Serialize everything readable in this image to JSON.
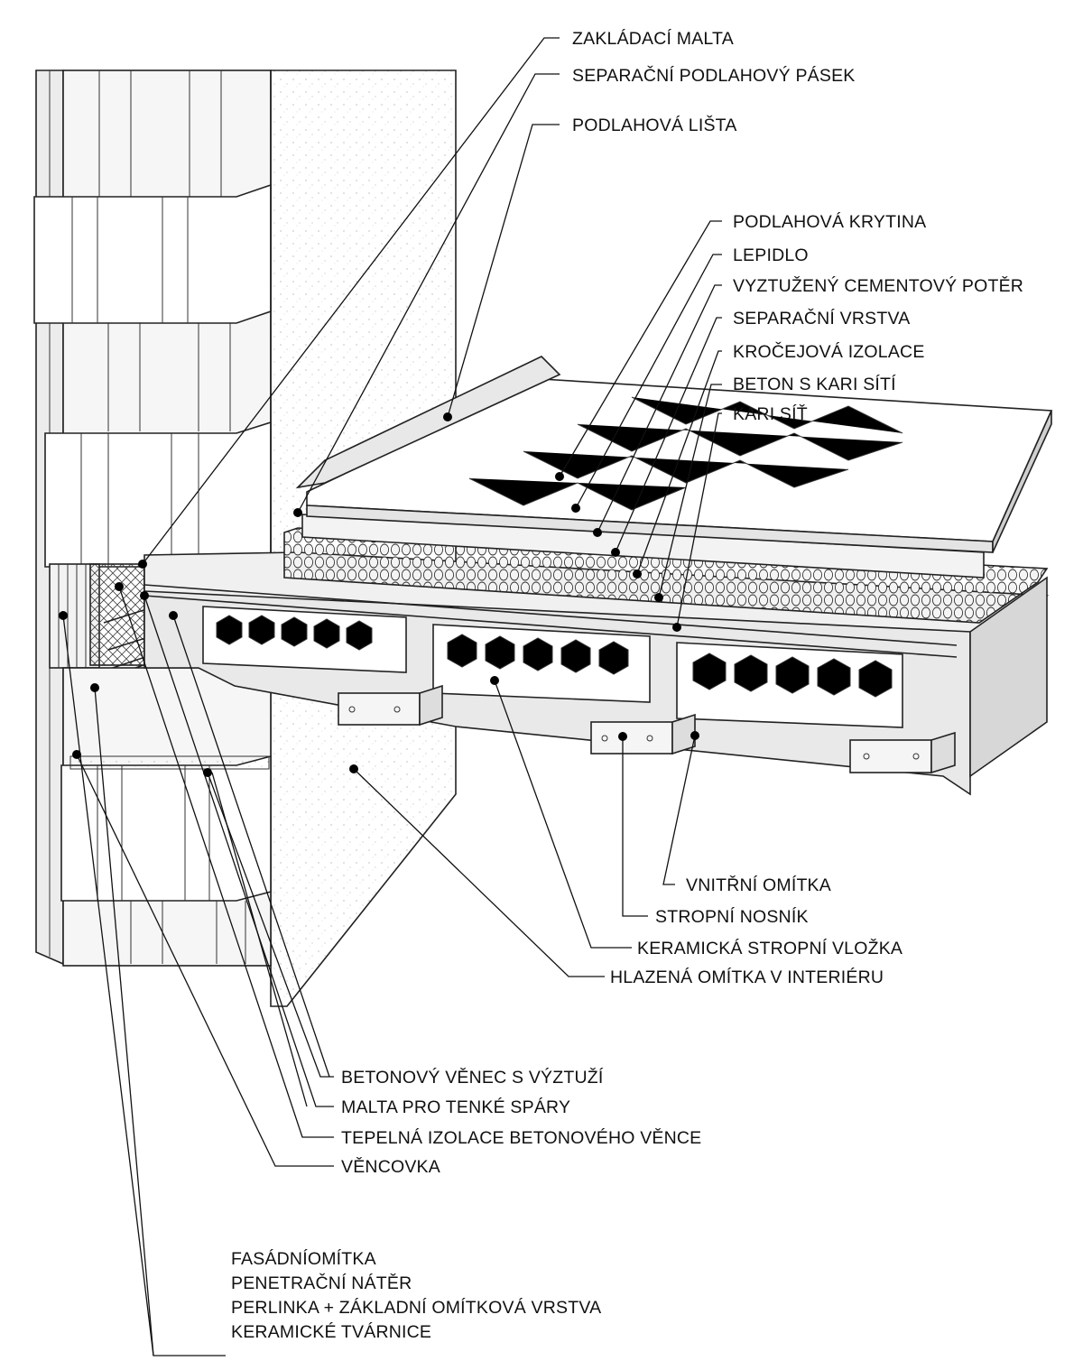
{
  "diagram": {
    "labels_top": [
      "ZAKLÁDACÍ MALTA",
      "SEPARAČNÍ PODLAHOVÝ PÁSEK",
      "PODLAHOVÁ LIŠTA"
    ],
    "labels_floor": [
      "PODLAHOVÁ KRYTINA",
      "LEPIDLO",
      "VYZTUŽENÝ CEMENTOVÝ POTĚR",
      "SEPARAČNÍ VRSTVA",
      "KROČEJOVÁ IZOLACE",
      "BETON S KARI SÍTÍ",
      "KARI SÍŤ"
    ],
    "labels_ceiling": [
      "VNITŘNÍ OMÍTKA",
      "STROPNÍ NOSNÍK",
      "KERAMICKÁ STROPNÍ VLOŽKA",
      "HLAZENÁ OMÍTKA V INTERIÉRU"
    ],
    "labels_wall": [
      "BETONOVÝ VĚNEC S VÝZTUŽÍ",
      "MALTA PRO TENKÉ SPÁRY",
      "TEPELNÁ IZOLACE BETONOVÉHO VĚNCE",
      "VĚNCOVKA"
    ],
    "labels_facade": [
      "FASÁDNÍOMÍTKA",
      "PENETRAČNÍ NÁTĚR",
      "PERLINKA + ZÁKLADNÍ OMÍTKOVÁ VRSTVA",
      "KERAMICKÉ TVÁRNICE"
    ]
  }
}
